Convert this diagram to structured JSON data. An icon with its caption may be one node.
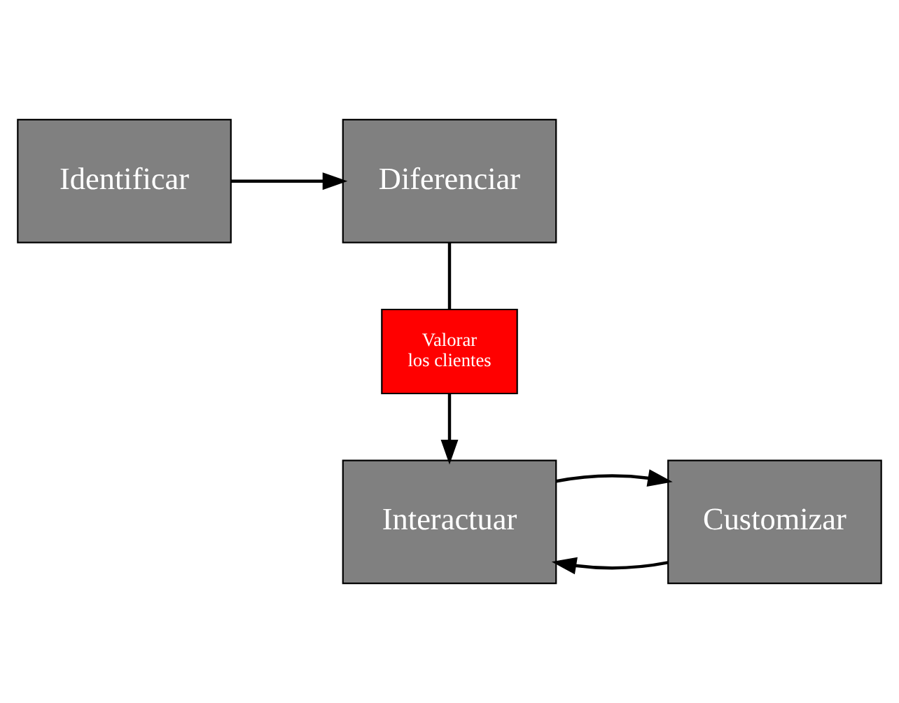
{
  "diagram": {
    "nodes": [
      {
        "text": [
          "Identificar"
        ]
      },
      {
        "text": [
          "Diferenciar"
        ]
      },
      {
        "text": [
          "Valorar los clientes"
        ]
      },
      {
        "text": [
          "Customizar"
        ]
      },
      {
        "text": [
          "Interactuar"
        ]
      }
    ],
    "edges": [
      {
        "from": 0,
        "to": 1,
        "arrow": "to"
      },
      {
        "from": 1,
        "to": 2,
        "arrow": "none"
      },
      {
        "from": 2,
        "to": 4,
        "arrow": "to"
      },
      {
        "from": 3,
        "to": 4,
        "arrow": "to"
      },
      {
        "from": 4,
        "to": 3,
        "arrow": "to"
      }
    ]
  }
}
